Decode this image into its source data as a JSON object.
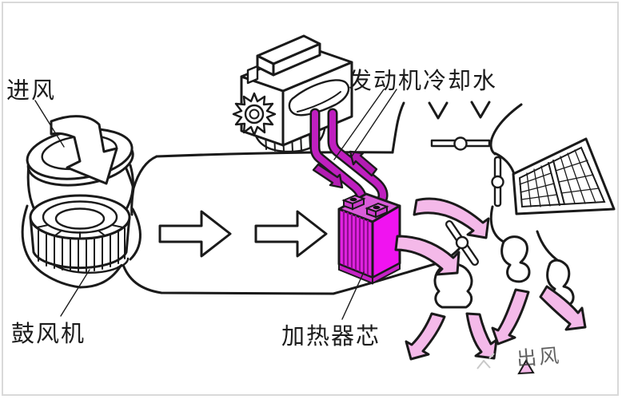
{
  "diagram": {
    "labels": {
      "intake": "进风",
      "engine_coolant": "发动机冷却水",
      "blower": "鼓风机",
      "heater_core": "加热器芯",
      "air_outlet": "出风"
    },
    "colors": {
      "outline": "#1a1a1a",
      "coolant_hose": "#bf1fbf",
      "coolant_arrow": "#b21cb2",
      "core_top": "#d95cd9",
      "core_front": "#e322e3",
      "core_side": "#f013f0",
      "core_fin": "#8e0d8e",
      "core_base": "#c623c6",
      "port_top": "#e36de3",
      "port_side": "#cc3ccc",
      "warm_air": "#f4b9e9",
      "frame": "#d9d9d9"
    }
  }
}
